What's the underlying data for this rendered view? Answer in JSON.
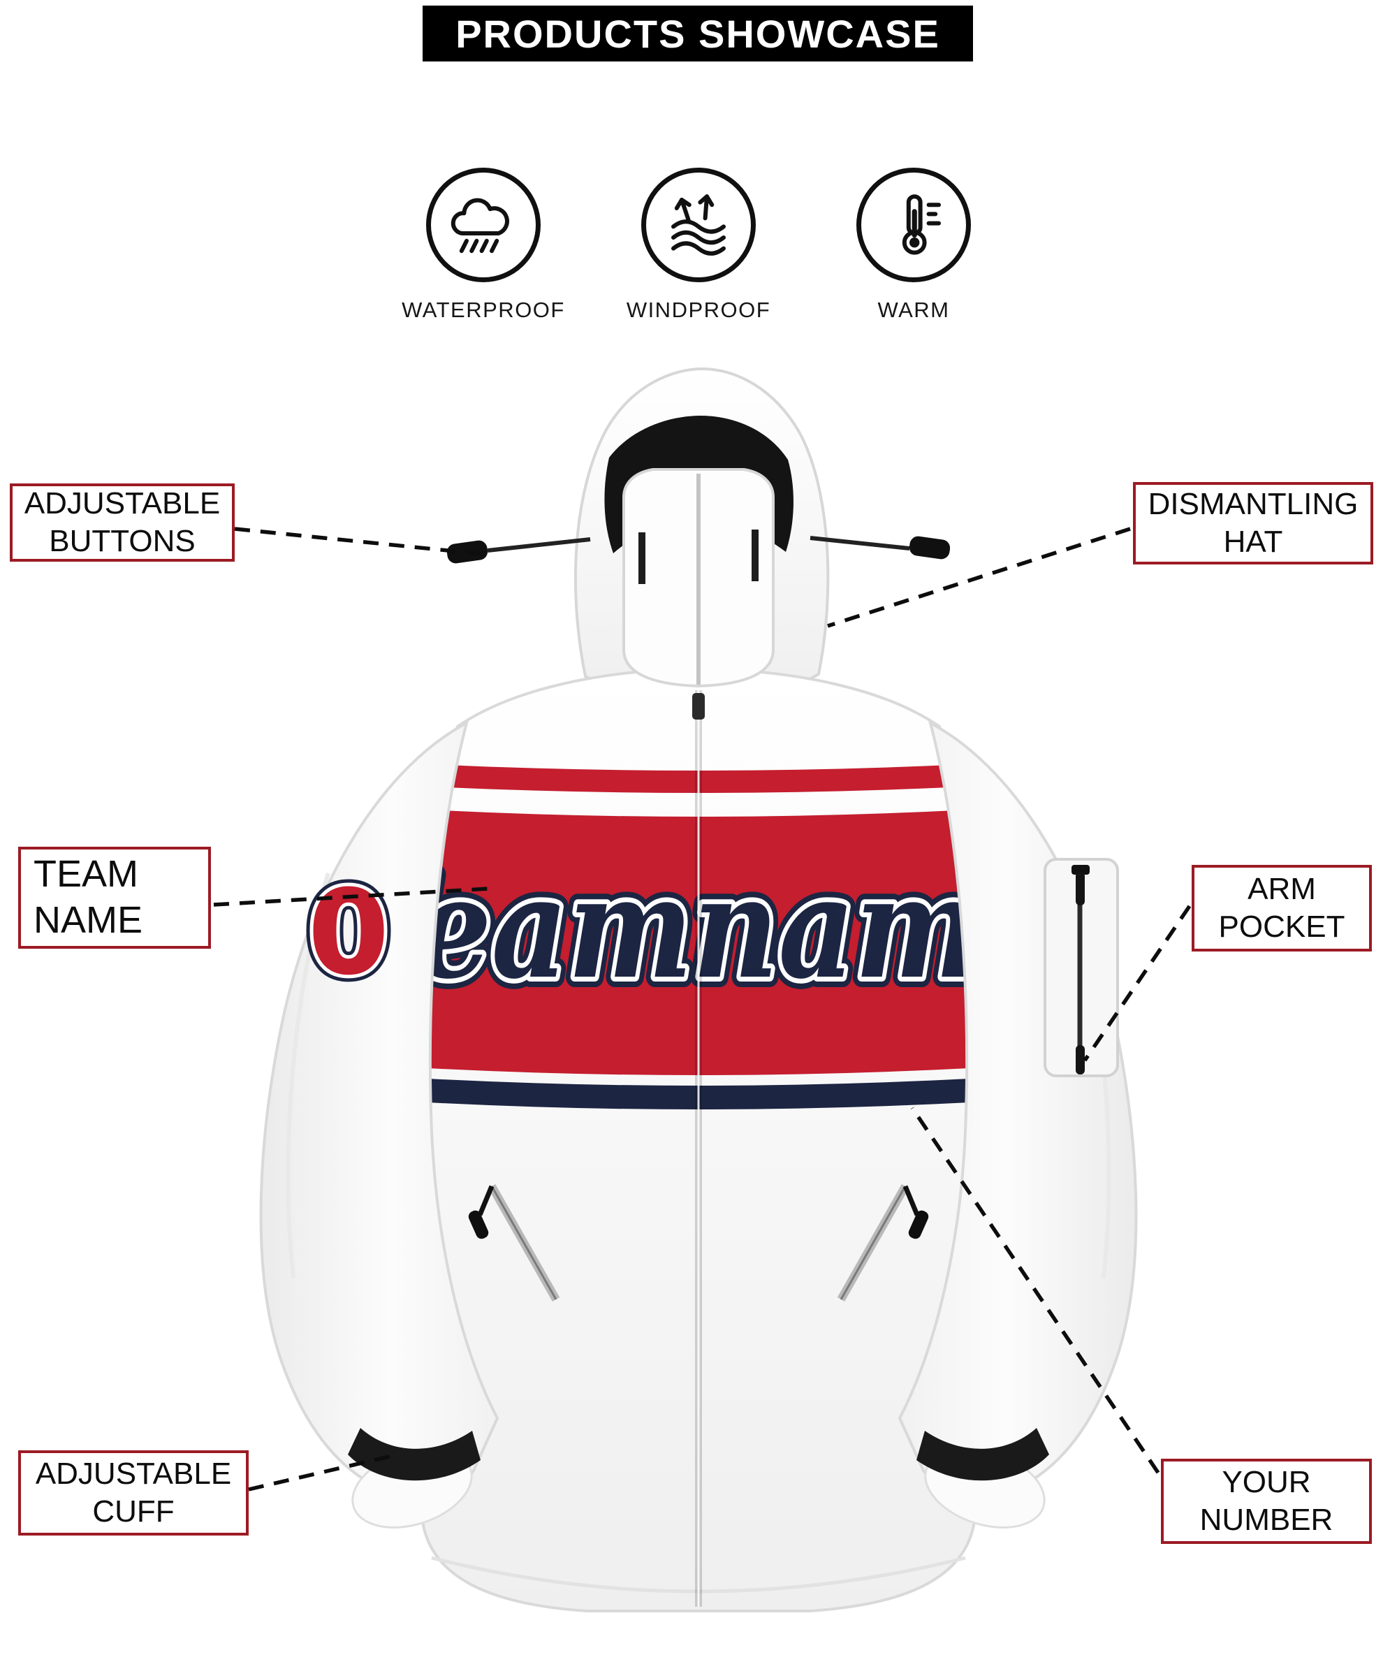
{
  "header": {
    "title": "PRODUCTS SHOWCASE"
  },
  "features": [
    {
      "icon": "waterproof-icon",
      "label": "WATERPROOF"
    },
    {
      "icon": "windproof-icon",
      "label": "WINDPROOF"
    },
    {
      "icon": "warm-icon",
      "label": "WARM"
    }
  ],
  "jacket": {
    "team_name": "Teamname",
    "sleeve_number": "0",
    "colors": {
      "band_red": "#c41e2f",
      "stripe_navy": "#1c2542",
      "shell_white": "#ffffff",
      "callout_border_red": "#9c1b24"
    }
  },
  "callouts": [
    {
      "id": "adjustable-buttons",
      "line1": "ADJUSTABLE",
      "line2": "BUTTONS"
    },
    {
      "id": "dismantling-hat",
      "line1": "DISMANTLING",
      "line2": "HAT"
    },
    {
      "id": "team-name",
      "line1": "TEAM",
      "line2": "NAME"
    },
    {
      "id": "arm-pocket",
      "line1": "ARM",
      "line2": "POCKET"
    },
    {
      "id": "adjustable-cuff",
      "line1": "ADJUSTABLE",
      "line2": "CUFF"
    },
    {
      "id": "your-number",
      "line1": "YOUR",
      "line2": "NUMBER"
    }
  ]
}
